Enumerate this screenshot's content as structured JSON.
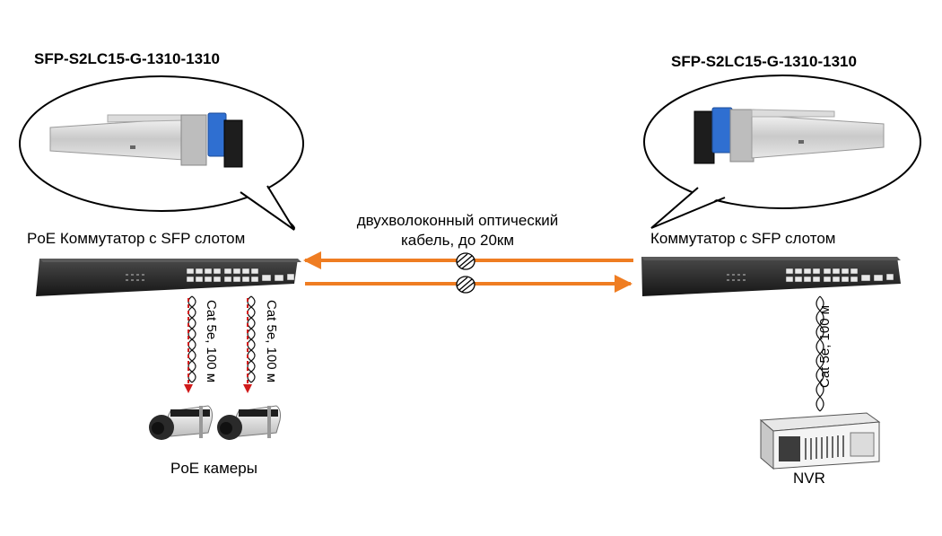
{
  "left": {
    "sfp_model": "SFP-S2LC15-G-1310-1310",
    "switch_label": "PoE Коммутатор с SFP слотом",
    "cable_labels": [
      "Cat 5e, 100 м",
      "Cat 5e, 100 м"
    ],
    "device_label": "PoE камеры"
  },
  "right": {
    "sfp_model": "SFP-S2LC15-G-1310-1310",
    "switch_label": "Коммутатор с SFP слотом",
    "cable_label": "Cat 5e, 100 м",
    "device_label": "NVR"
  },
  "link": {
    "label_line1": "двухволоконный оптический",
    "label_line2": "кабель, до 20км"
  },
  "colors": {
    "fiber": "#ef7d22",
    "poe_arrow": "#d01a1a",
    "sfp_latch": "#2f6fd1"
  }
}
